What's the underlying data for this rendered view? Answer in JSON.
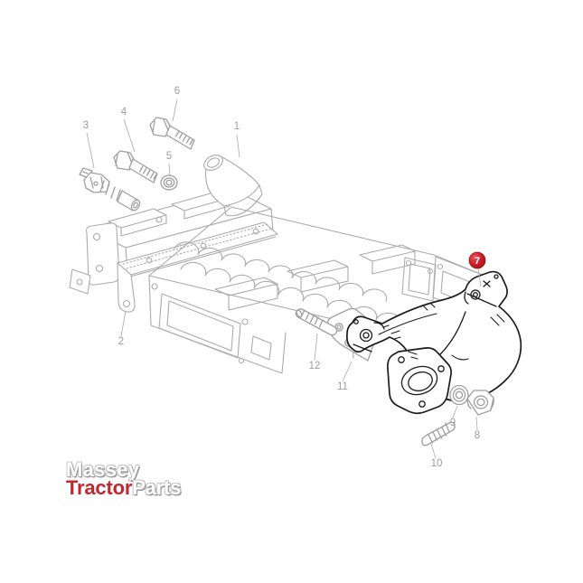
{
  "diagram": {
    "background": "#ffffff",
    "colors": {
      "line_light": "#ababab",
      "line_dark": "#1c1c1c",
      "label_grey": "#9c9c9c",
      "highlight_red": "#c8202a"
    },
    "callouts": {
      "items": [
        {
          "number": "1",
          "highlighted": false
        },
        {
          "number": "2",
          "highlighted": false
        },
        {
          "number": "3",
          "highlighted": false
        },
        {
          "number": "4",
          "highlighted": false
        },
        {
          "number": "5",
          "highlighted": false
        },
        {
          "number": "6",
          "highlighted": false
        },
        {
          "number": "7",
          "highlighted": true
        },
        {
          "number": "8",
          "highlighted": false
        },
        {
          "number": "9",
          "highlighted": false
        },
        {
          "number": "10",
          "highlighted": false
        },
        {
          "number": "11",
          "highlighted": false
        },
        {
          "number": "12",
          "highlighted": false
        }
      ]
    }
  },
  "logo": {
    "word1": "Massey",
    "word2": "Tractor",
    "word3": "Parts",
    "red": "#c1272d"
  }
}
